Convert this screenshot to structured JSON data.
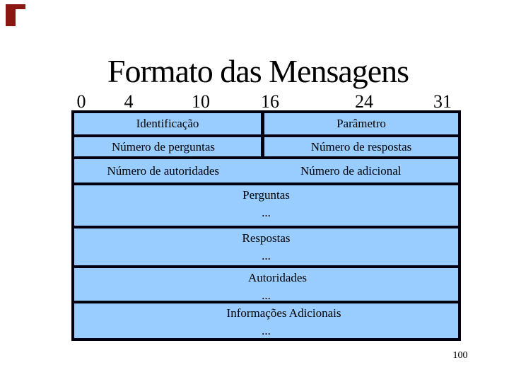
{
  "slide": {
    "title": "Formato das Mensagens",
    "page_number": "100"
  },
  "bit_ruler": {
    "labels": [
      "0",
      "4",
      "10",
      "16",
      "24",
      "31"
    ]
  },
  "diagram": {
    "rows": [
      {
        "cells": [
          "Identificação",
          "Parâmetro"
        ]
      },
      {
        "cells": [
          "Número de perguntas",
          "Número de respostas"
        ]
      },
      {
        "cells": [
          "Número de autoridades",
          "Número de adicional"
        ]
      }
    ],
    "sections": [
      {
        "label": "Perguntas",
        "ellipsis": "..."
      },
      {
        "label": "Respostas",
        "ellipsis": "..."
      },
      {
        "label": "Autoridades",
        "ellipsis": "..."
      },
      {
        "label": "Informações Adicionais",
        "ellipsis": "..."
      }
    ],
    "colors": {
      "cell_fill": "#99CCFF",
      "line": "#000010",
      "corner_accent": "#8B1712",
      "background": "#FFFFFF"
    }
  }
}
